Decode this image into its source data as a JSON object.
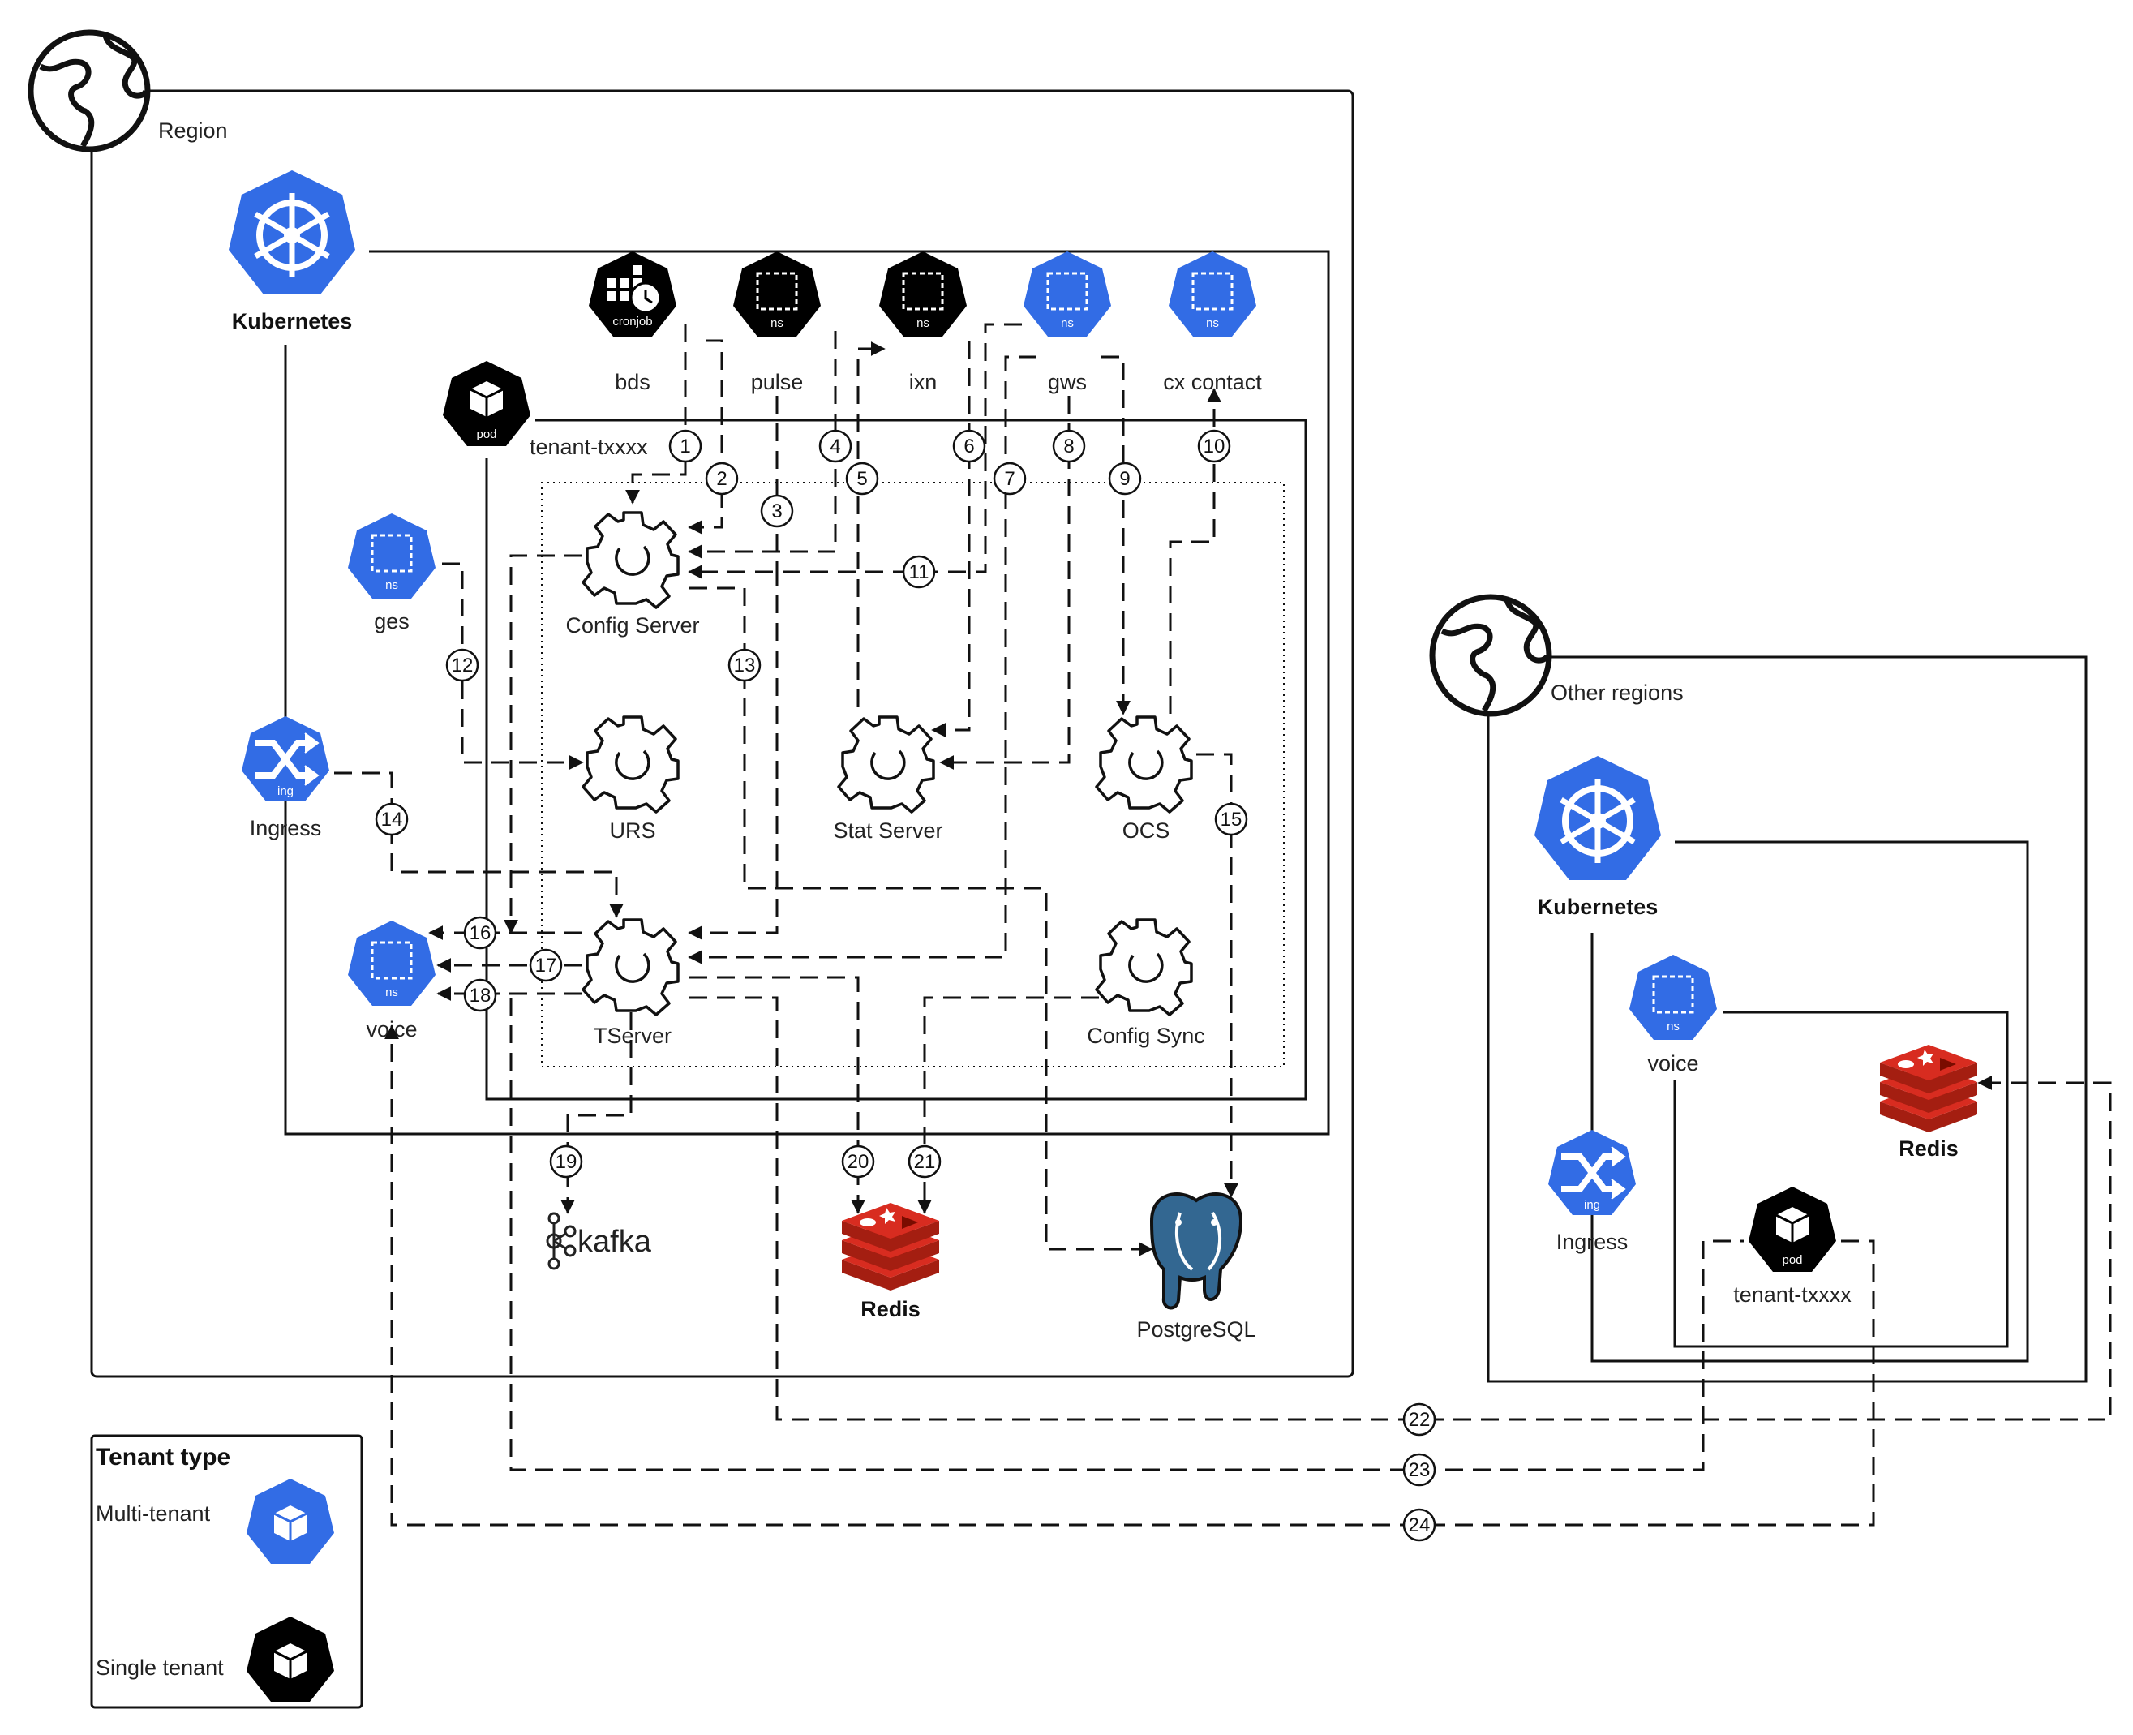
{
  "colors": {
    "multi_tenant": "#326ce5",
    "single_tenant": "#000000",
    "redis": "#d82c20",
    "postgres": "#336791"
  },
  "groups": {
    "region": "Region",
    "other_regions": "Other regions",
    "kubernetes": "Kubernetes",
    "kubernetes_other": "Kubernetes"
  },
  "nodes": {
    "bds": "bds",
    "pulse": "pulse",
    "ixn": "ixn",
    "gws": "gws",
    "cx_contact": "cx contact",
    "tenant": "tenant-txxxx",
    "ges": "ges",
    "ingress": "Ingress",
    "voice": "voice",
    "config_server": "Config Server",
    "urs": "URS",
    "stat_server": "Stat Server",
    "ocs": "OCS",
    "tserver": "TServer",
    "config_sync": "Config Sync",
    "kafka": "kafka",
    "redis": "Redis",
    "postgres": "PostgreSQL",
    "ingress_other": "Ingress",
    "voice_other": "voice",
    "redis_other": "Redis",
    "tenant_other": "tenant-txxxx"
  },
  "hex_tags": {
    "cronjob": "cronjob",
    "ns": "ns",
    "pod": "pod",
    "ing": "ing"
  },
  "icons": [
    "globe-icon",
    "kubernetes-helm-icon",
    "cronjob-icon",
    "namespace-icon",
    "pod-cube-icon",
    "ingress-shuffle-icon",
    "gear-icon",
    "kafka-icon",
    "redis-icon",
    "postgresql-elephant-icon"
  ],
  "connection_numbers": [
    "1",
    "2",
    "3",
    "4",
    "5",
    "6",
    "7",
    "8",
    "9",
    "10",
    "11",
    "12",
    "13",
    "14",
    "15",
    "16",
    "17",
    "18",
    "19",
    "20",
    "21",
    "22",
    "23",
    "24"
  ],
  "legend": {
    "title": "Tenant type",
    "multi": "Multi-tenant",
    "single": "Single tenant"
  }
}
